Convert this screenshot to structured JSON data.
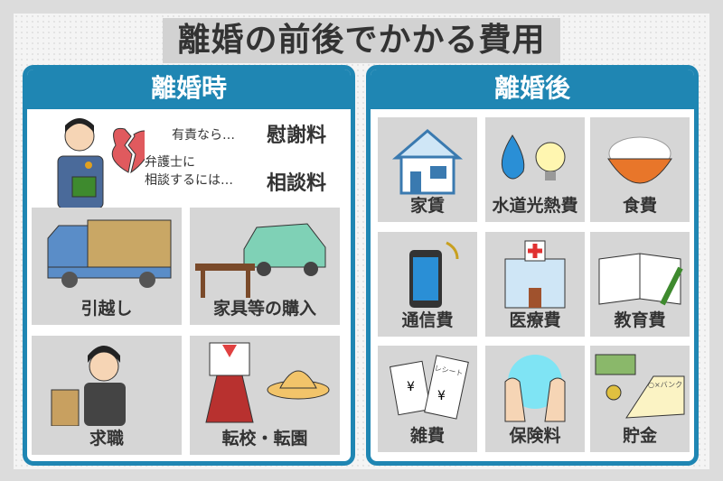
{
  "title": "離婚の前後でかかる費用",
  "left": {
    "header": "離婚時",
    "intro": [
      {
        "condition": "有責なら…",
        "cost": "慰謝料"
      },
      {
        "condition_line1": "弁護士に",
        "condition_line2": "相談するには…",
        "cost": "相談料"
      }
    ],
    "tiles": [
      "引越し",
      "家具等の購入",
      "求職",
      "転校・転園"
    ]
  },
  "right": {
    "header": "離婚後",
    "tiles": [
      "家賃",
      "水道光熱費",
      "食費",
      "通信費",
      "医療費",
      "教育費",
      "雑費",
      "保険料",
      "貯金"
    ],
    "receipt_text": "レシート",
    "bank_text": "○×バンク"
  },
  "colors": {
    "accent": "#1f86b3",
    "tile": "#d6d6d6",
    "text": "#333333"
  }
}
